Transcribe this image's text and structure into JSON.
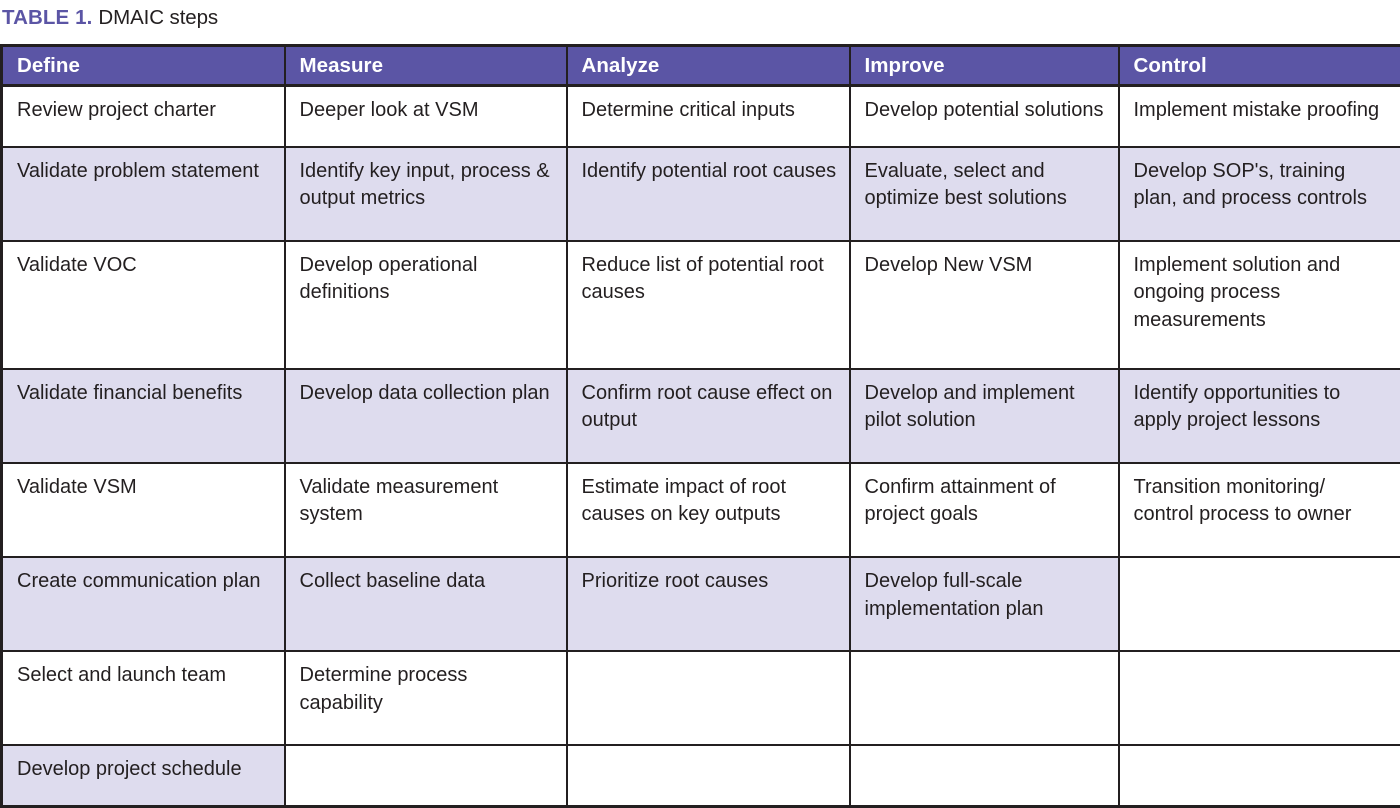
{
  "caption": {
    "label": "TABLE 1.",
    "text": "DMAIC steps"
  },
  "colors": {
    "header_purple": "#5B55A5",
    "row_shade": "#DEDCEE",
    "border": "#231f20",
    "text": "#231f20",
    "header_text": "#ffffff"
  },
  "table": {
    "columns": [
      "Define",
      "Measure",
      "Analyze",
      "Improve",
      "Control"
    ],
    "rows": [
      {
        "shaded": false,
        "cells": [
          "Review project charter",
          "Deeper look at VSM",
          "Determine critical inputs",
          "Develop potential solutions",
          "Implement mistake proofing"
        ]
      },
      {
        "shaded": true,
        "cells": [
          "Validate problem statement",
          "Identify key input, process & output metrics",
          "Identify potential root causes",
          "Evaluate, select and optimize best solutions",
          "Develop SOP's, training plan, and process controls"
        ]
      },
      {
        "shaded": false,
        "cells": [
          "Validate VOC",
          "Develop operational definitions",
          "Reduce list of potential root causes",
          "Develop New VSM",
          "Implement solution and ongoing process measurements"
        ]
      },
      {
        "shaded": true,
        "cells": [
          "Validate financial benefits",
          "Develop data collection plan",
          "Confirm root cause effect on output",
          "Develop and implement pilot solution",
          "Identify opportunities to apply project lessons"
        ]
      },
      {
        "shaded": false,
        "cells": [
          "Validate VSM",
          "Validate measurement system",
          "Estimate impact of root causes on key outputs",
          "Confirm attainment of project goals",
          "Transition monitoring/ control process to owner"
        ]
      },
      {
        "shaded": true,
        "shaded_cells": [
          true,
          true,
          true,
          true,
          false
        ],
        "cells": [
          "Create communication plan",
          "Collect baseline data",
          "Prioritize root causes",
          "Develop full-scale implementation plan",
          ""
        ]
      },
      {
        "shaded": false,
        "cells": [
          "Select and launch team",
          "Determine process capability",
          "",
          "",
          ""
        ]
      },
      {
        "shaded": true,
        "shaded_cells": [
          true,
          false,
          false,
          false,
          false
        ],
        "cells": [
          "Develop project schedule",
          "",
          "",
          "",
          ""
        ]
      }
    ]
  }
}
